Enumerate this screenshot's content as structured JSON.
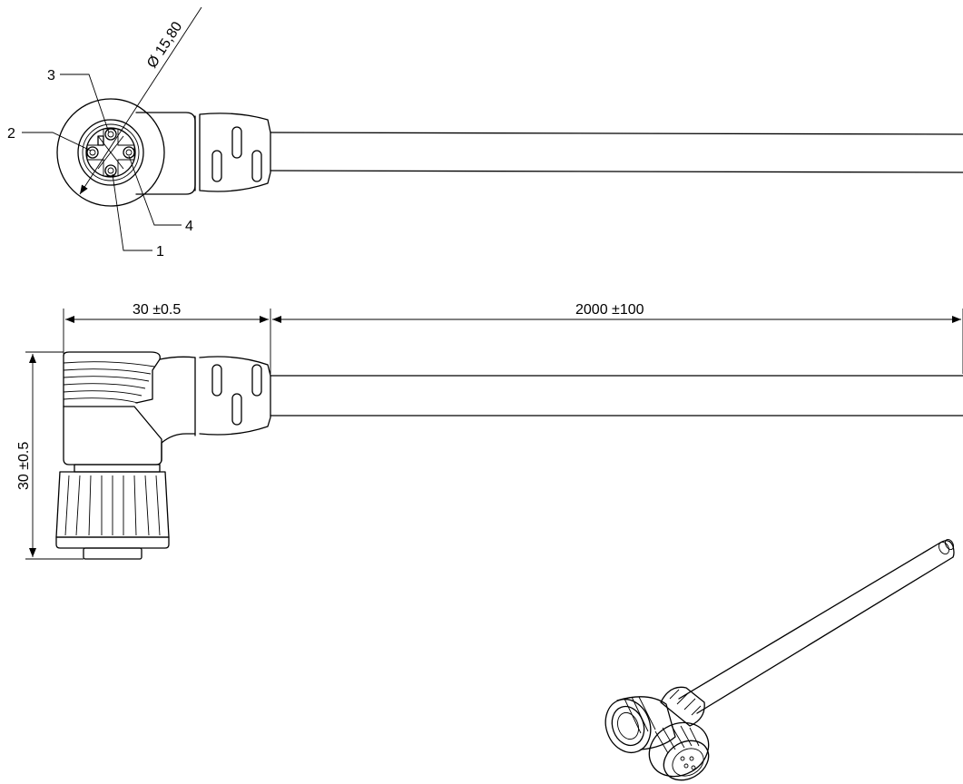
{
  "drawing": {
    "pins": [
      {
        "label": "1"
      },
      {
        "label": "2"
      },
      {
        "label": "3"
      },
      {
        "label": "4"
      }
    ],
    "diameter_label": "Ø 15,80",
    "length_dim_label": "30 ±0.5",
    "cable_dim_label": "2000 ±100",
    "height_dim_label": "30 ±0.5"
  }
}
